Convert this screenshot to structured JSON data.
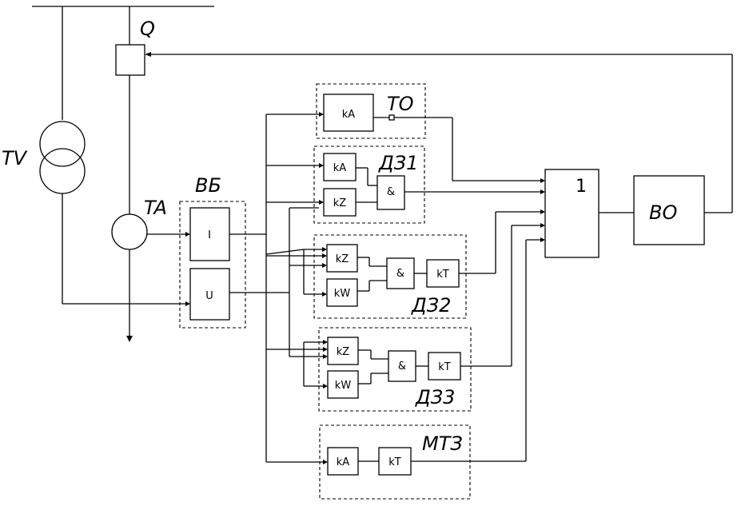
{
  "labels": {
    "q": "Q",
    "tv": "TV",
    "ta": "TA",
    "vb": "ВБ",
    "to": "ТО",
    "dz1": "ДЗ1",
    "dz2": "ДЗ2",
    "dz3": "ДЗ3",
    "mtz": "МТЗ",
    "vo": "ВО",
    "or_gate": "1"
  },
  "blocks": {
    "i": "I",
    "u": "U",
    "to_ka": "kA",
    "dz1_ka": "kA",
    "dz1_kz": "kZ",
    "dz1_and": "&",
    "dz2_kz": "kZ",
    "dz2_kw": "kW",
    "dz2_and": "&",
    "dz2_kt": "kT",
    "dz3_kz": "kZ",
    "dz3_kw": "kW",
    "dz3_and": "&",
    "dz3_kt": "kT",
    "mtz_ka": "kA",
    "mtz_kt": "kT"
  }
}
